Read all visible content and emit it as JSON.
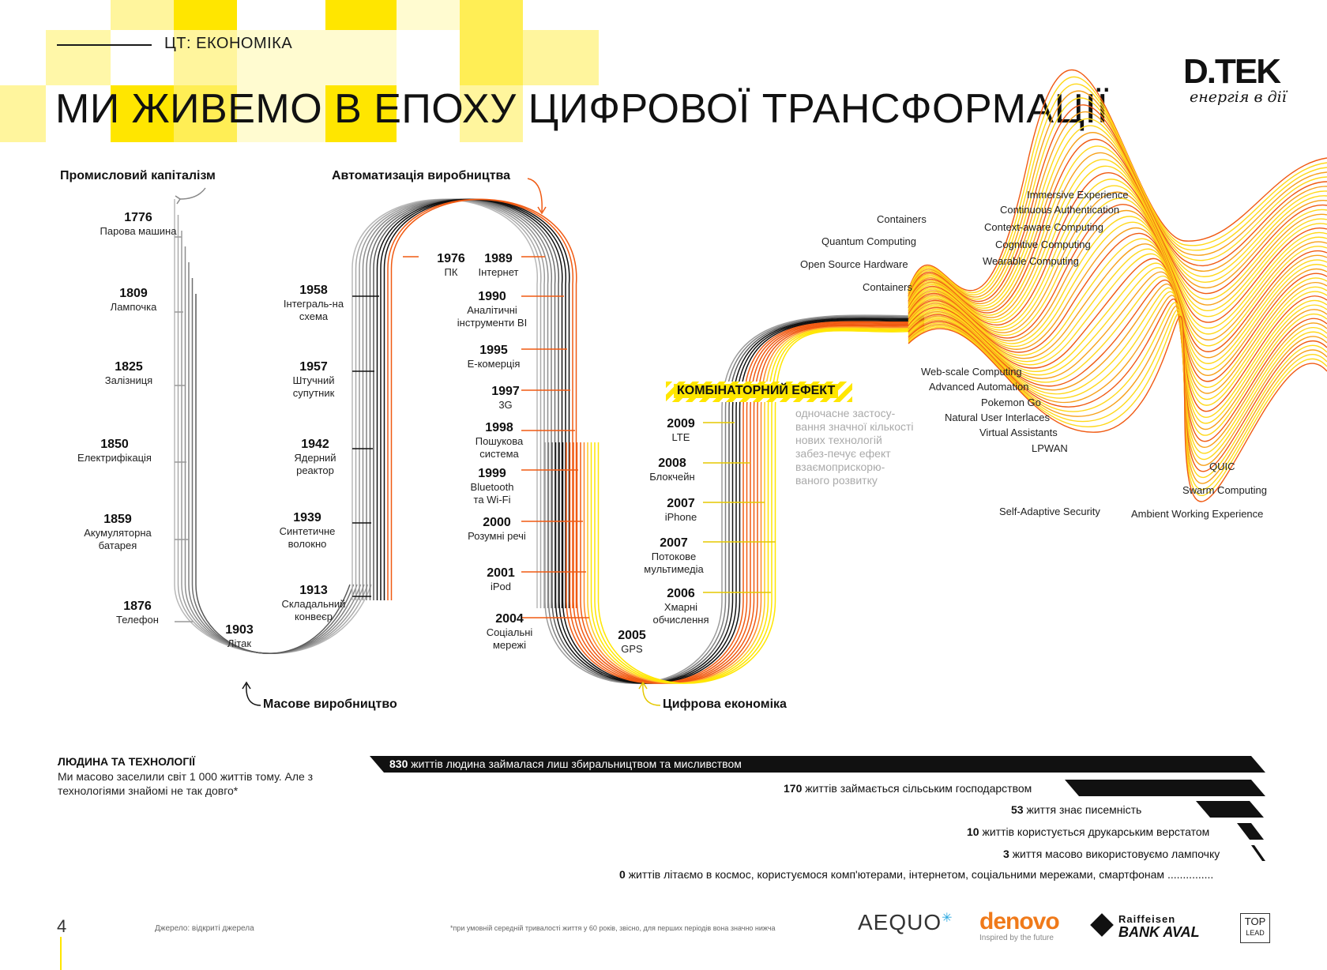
{
  "section": "ЦТ: ЕКОНОМІКА",
  "title": "МИ ЖИВЕМО В ЕПОХУ ЦИФРОВОЇ ТРАНСФОРМАЦІЇ",
  "logo": {
    "main": "D.TEK",
    "tagline": "енергія в дії"
  },
  "eras": {
    "industrial": "Промисловий капіталізм",
    "automation": "Автоматизація виробництва",
    "mass": "Масове виробництво",
    "digital": "Цифрова економіка"
  },
  "events": [
    {
      "year": "1776",
      "label": "Парова машина"
    },
    {
      "year": "1809",
      "label": "Лампочка"
    },
    {
      "year": "1825",
      "label": "Залізниця"
    },
    {
      "year": "1850",
      "label": "Електрифікація"
    },
    {
      "year": "1859",
      "label": "Акумуляторна батарея"
    },
    {
      "year": "1876",
      "label": "Телефон"
    },
    {
      "year": "1903",
      "label": "Літак"
    },
    {
      "year": "1958",
      "label": "Інтеграль-на схема"
    },
    {
      "year": "1957",
      "label": "Штучний супутник"
    },
    {
      "year": "1942",
      "label": "Ядерний реактор"
    },
    {
      "year": "1939",
      "label": "Синтетичне волокно"
    },
    {
      "year": "1913",
      "label": "Складальний конвеєр"
    },
    {
      "year": "1976",
      "label": "ПК"
    },
    {
      "year": "1989",
      "label": "Інтернет"
    },
    {
      "year": "1990",
      "label": "Аналітичні інструменти BI"
    },
    {
      "year": "1995",
      "label": "Е-комерція"
    },
    {
      "year": "1997",
      "label": "3G"
    },
    {
      "year": "1998",
      "label": "Пошукова система"
    },
    {
      "year": "1999",
      "label": "Bluetooth та Wi-Fi"
    },
    {
      "year": "2000",
      "label": "Розумні речі"
    },
    {
      "year": "2001",
      "label": "iPod"
    },
    {
      "year": "2004",
      "label": "Соціальні мережі"
    },
    {
      "year": "2005",
      "label": "GPS"
    },
    {
      "year": "2009",
      "label": "LTE"
    },
    {
      "year": "2008",
      "label": "Блокчейн"
    },
    {
      "year": "2007",
      "label": "iPhone"
    },
    {
      "year": "2007",
      "label": "Потокове мультимедіа"
    },
    {
      "year": "2006",
      "label": "Хмарні обчислення"
    }
  ],
  "combinatorial": {
    "title": "КОМБІНАТОРНИЙ ЕФЕКТ",
    "description": "одночасне застосу-вання значної кількості нових технологій забез-печує ефект взаємоприскорю-ваного розвитку"
  },
  "technologies": [
    "Containers",
    "Quantum Computing",
    "Open Source Hardware",
    "Containers",
    "Immersive Experience",
    "Continuous Authentication",
    "Context-aware Computing",
    "Cognitive Computing",
    "Wearable Computing",
    "Web-scale Computing",
    "Advanced Automation",
    "Pokemon Go",
    "Natural User Interlaces",
    "Virtual Assistants",
    "LPWAN",
    "QUIC",
    "Swarm Computing",
    "Self-Adaptive Security",
    "Ambient Working Experience"
  ],
  "people": {
    "heading": "ЛЮДИНА ТА ТЕХНОЛОГІЇ",
    "text": "Ми масово заселили світ 1 000 життів тому. Але з технологіями знайомі не так довго*"
  },
  "bars": [
    {
      "num": "830",
      "text": "життів людина займалася лиш збиральництвом та мисливством"
    },
    {
      "num": "170",
      "text": "життів займається сільським господарством"
    },
    {
      "num": "53",
      "text": "життя знає писемність"
    },
    {
      "num": "10",
      "text": "життів користується друкарським верстатом"
    },
    {
      "num": "3",
      "text": "життя масово використовуємо лампочку"
    },
    {
      "num": "0",
      "text": "життів літаємо в космос, користуємося комп'ютерами, інтернетом, соціальними мережами, смартфонам ..............."
    }
  ],
  "footer": {
    "page": "4",
    "source": "Джерело: відкриті джерела",
    "note": "*при умовній середній тривалості життя у 60 років, звісно, для перших періодів вона значно нижча"
  },
  "sponsors": {
    "aequo": "AEQUO",
    "denovo": "denovo",
    "denovo_sub": "Inspired by the future",
    "raiffeisen_1": "Raiffeisen",
    "raiffeisen_2": "BANK AVAL",
    "toplead_1": "TOP",
    "toplead_2": "LEAD"
  },
  "colors": {
    "yellow": "#ffe600",
    "orange": "#f05a12",
    "black": "#111111",
    "gray": "#9a9a9a"
  }
}
